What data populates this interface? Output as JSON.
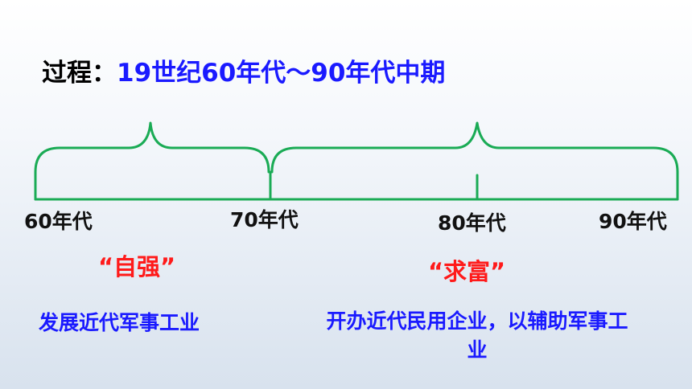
{
  "title": {
    "label": "过程：",
    "period": "19世纪60年代～90年代中期"
  },
  "timeline": {
    "color": "#1aab55",
    "ticks": [
      "60年代",
      "70年代",
      "80年代",
      "90年代"
    ]
  },
  "stages": [
    {
      "name": "“自强”",
      "description": "发展近代军事工业"
    },
    {
      "name": "“求富”",
      "description": "开办近代民用企业，以辅助军事工业"
    }
  ],
  "colors": {
    "stage": "#ff1a1a",
    "description": "#1a1aff",
    "title_period": "#1a1aff"
  }
}
